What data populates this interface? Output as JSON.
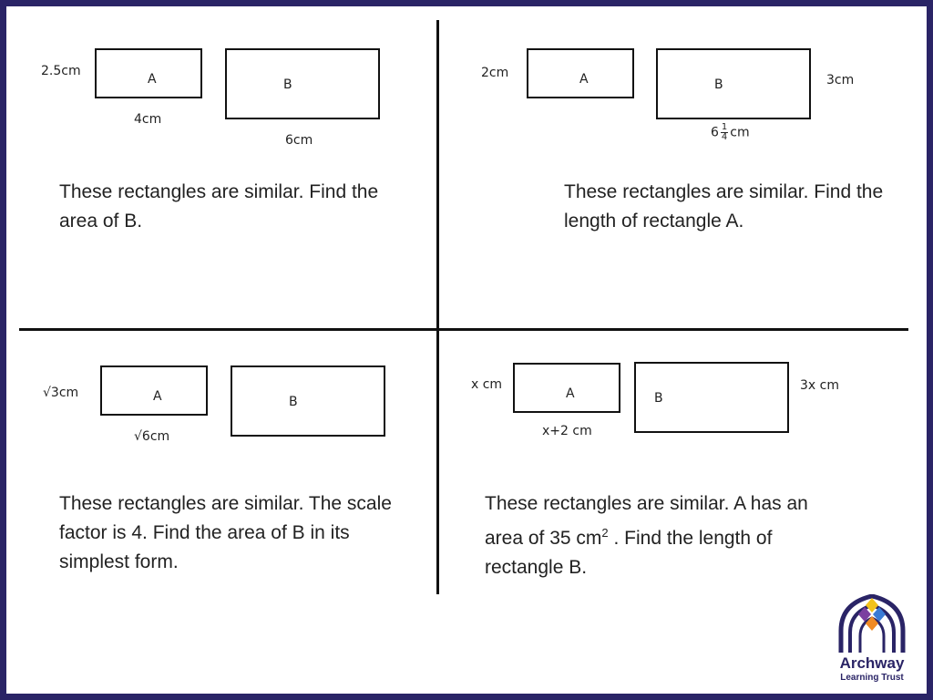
{
  "q1": {
    "height_label": "2.5cm",
    "rect_a": "A",
    "rect_b": "B",
    "width_a_label": "4cm",
    "width_b_label": "6cm",
    "question": "These rectangles are similar. Find the area of B."
  },
  "q2": {
    "height_a_label": "2cm",
    "rect_a": "A",
    "rect_b": "B",
    "height_b_label": "3cm",
    "width_b_whole": "6",
    "width_b_num": "1",
    "width_b_den": "4",
    "width_b_unit": "cm",
    "question": "These rectangles are similar. Find the length of rectangle A."
  },
  "q3": {
    "height_label": "√3cm",
    "rect_a": "A",
    "rect_b": "B",
    "width_a_label": "√6cm",
    "question": "These rectangles are similar. The scale factor is 4. Find the area of B in its simplest form."
  },
  "q4": {
    "height_a_label": "x cm",
    "rect_a": "A",
    "rect_b": "B",
    "height_b_label": "3x cm",
    "width_a_label": "x+2 cm",
    "question_part1": "These rectangles are similar. A has an area of 35 cm",
    "question_sup": "2",
    "question_part2": " . Find the length of rectangle B."
  },
  "logo": {
    "name": "Archway",
    "subtitle": "Learning Trust",
    "colors": {
      "navy": "#2a2466",
      "yellow": "#f2c21b",
      "purple": "#7b3fa0",
      "blue": "#3a7bd5",
      "orange": "#f08a24"
    }
  }
}
